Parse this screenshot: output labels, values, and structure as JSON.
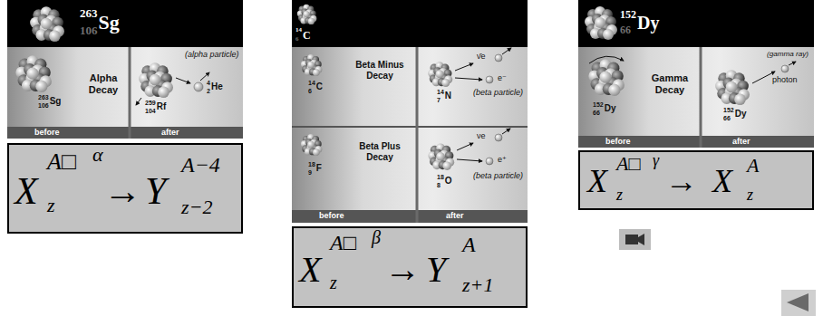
{
  "diagram": {
    "nodes": [
      {
        "text": [
          "263",
          "106",
          "Sg"
        ]
      },
      {
        "text": [
          "263",
          "106",
          "Sg",
          "Alpha Decay",
          "(alpha particle)",
          "4",
          "2",
          "He",
          "259",
          "104",
          "Rf"
        ]
      },
      {
        "text": [
          "before",
          "after"
        ]
      },
      {
        "text": [
          "X",
          "A□",
          "α",
          "z",
          "→",
          "Y",
          "A−4",
          "z−2"
        ]
      },
      {
        "text": [
          "14",
          "6",
          "C"
        ]
      },
      {
        "text": [
          "14",
          "6",
          "C",
          "Beta Minus Decay",
          "ν̄e",
          "14",
          "7",
          "N",
          "e⁻",
          "(beta particle)"
        ]
      },
      {
        "text": [
          "18",
          "9",
          "F",
          "Beta Plus Decay",
          "νe",
          "18",
          "8",
          "O",
          "e⁺",
          "(beta particle)"
        ]
      },
      {
        "text": [
          "before",
          "after"
        ]
      },
      {
        "text": [
          "X",
          "A□",
          "β",
          "z",
          "→",
          "Y",
          "A",
          "z+1"
        ]
      },
      {
        "text": [
          "152",
          "66",
          "Dy"
        ]
      },
      {
        "text": [
          "152",
          "66",
          "Dy",
          "Gamma Decay",
          "(gamma ray)",
          "photon",
          "152",
          "66",
          "Dy"
        ]
      },
      {
        "text": [
          "before",
          "after"
        ]
      },
      {
        "text": [
          "X",
          "A□",
          "γ",
          "z",
          "→",
          "X",
          "A",
          "z"
        ]
      }
    ]
  }
}
